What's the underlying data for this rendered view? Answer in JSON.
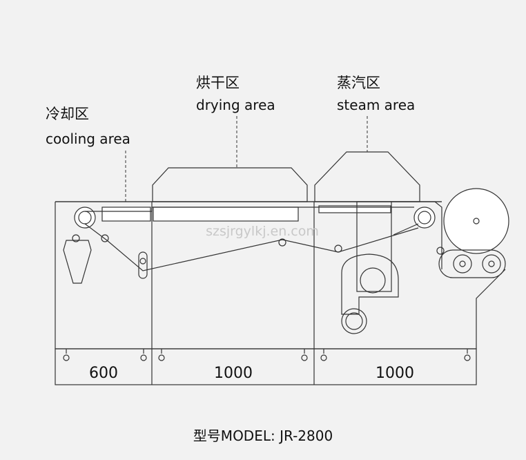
{
  "labels": {
    "cooling": {
      "cn": "冷却区",
      "en": "cooling area"
    },
    "drying": {
      "cn": "烘干区",
      "en": "drying area"
    },
    "steam": {
      "cn": "蒸汽区",
      "en": "steam area"
    }
  },
  "dimensions": [
    "600",
    "1000",
    "1000"
  ],
  "model": "型号MODEL:  JR-2800",
  "watermark": "szsjrgylkj.en.com"
}
